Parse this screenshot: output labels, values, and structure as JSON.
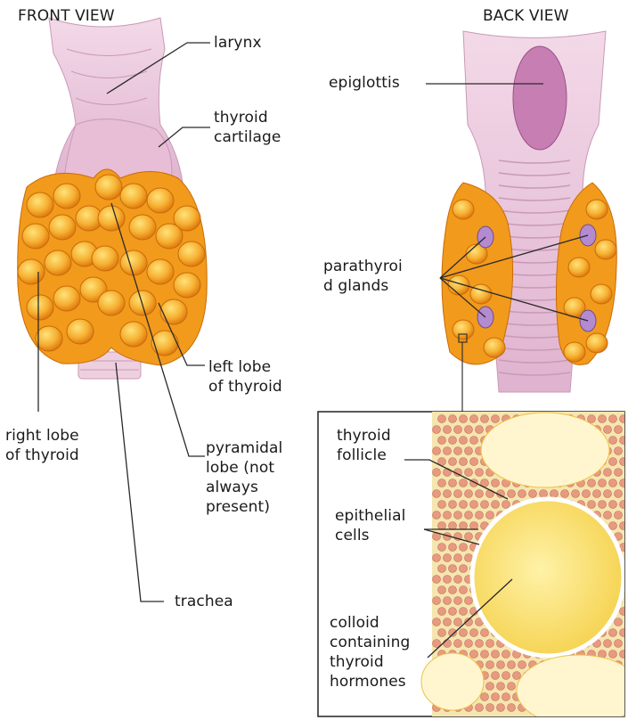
{
  "front_view": {
    "heading": "FRONT VIEW",
    "labels": {
      "larynx": "larynx",
      "thyroid_cartilage": "thyroid\ncartilage",
      "left_lobe": "left lobe\nof thyroid",
      "right_lobe": "right lobe\nof thyroid",
      "pyramidal_lobe": "pyramidal\nlobe (not\nalways\npresent)",
      "trachea": "trachea"
    }
  },
  "back_view": {
    "heading": "BACK VIEW",
    "labels": {
      "epiglottis": "epiglottis",
      "parathyroid_glands": "parathyroi\nd glands"
    }
  },
  "inset": {
    "labels": {
      "thyroid_follicle": "thyroid\nfollicle",
      "epithelial_cells": "epithelial\ncells",
      "colloid": "colloid\ncontaining\nthyroid\nhormones"
    }
  },
  "colors": {
    "thyroid_orange": "#f29a1c",
    "cartilage_pink": "#ebc4da",
    "colloid_yellow": "#f8de62",
    "cell_red": "#e79a82"
  }
}
